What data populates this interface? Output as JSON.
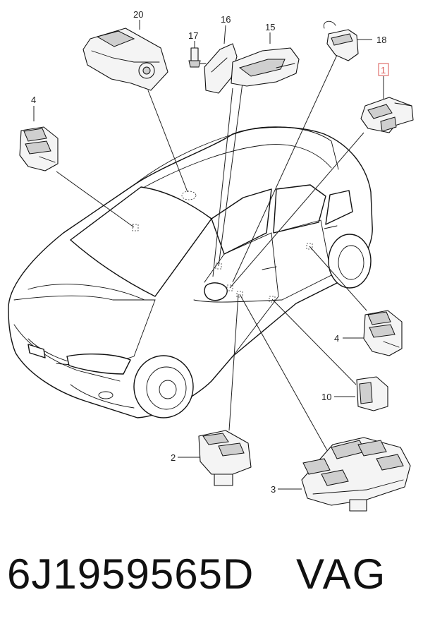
{
  "diagram": {
    "callouts": {
      "c20": "20",
      "c17": "17",
      "c16": "16",
      "c15": "15",
      "c18": "18",
      "c1": "1",
      "c4_top": "4",
      "c4_right": "4",
      "c10": "10",
      "c2": "2",
      "c3": "3"
    },
    "highlight_color": "#d9534f"
  },
  "caption": {
    "part_number": "6J1959565D",
    "brand": "VAG"
  }
}
